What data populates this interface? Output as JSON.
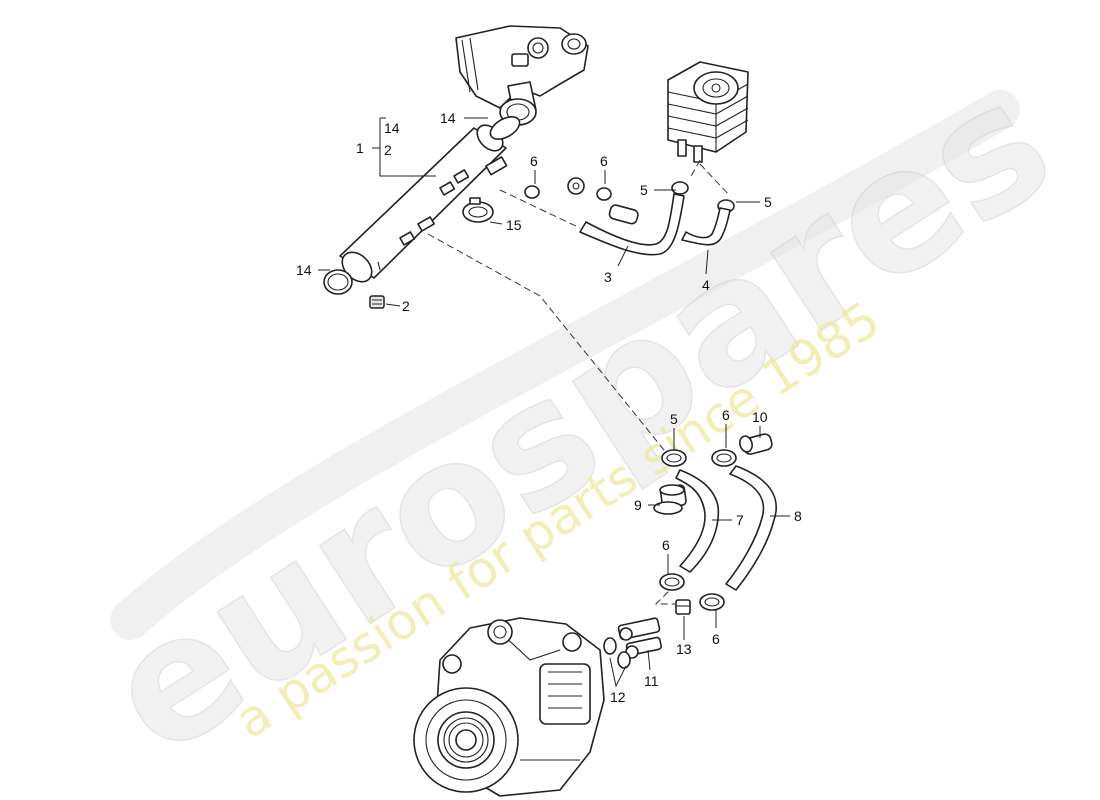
{
  "watermark": {
    "brand": "eurospares",
    "tagline": "a passion for parts since 1985"
  },
  "callouts": {
    "c1": "1",
    "c14_top": "14",
    "c2_bracket": "2",
    "c14_ring": "14",
    "c14_low": "14",
    "c2_plug": "2",
    "c15": "15",
    "c6_a": "6",
    "c6_b": "6",
    "c5_a": "5",
    "c5_b": "5",
    "c3": "3",
    "c4": "4",
    "c5_c": "5",
    "c6_c": "6",
    "c10": "10",
    "c9": "9",
    "c7": "7",
    "c8": "8",
    "c6_d": "6",
    "c6_e": "6",
    "c13": "13",
    "c11": "11",
    "c12": "12"
  }
}
